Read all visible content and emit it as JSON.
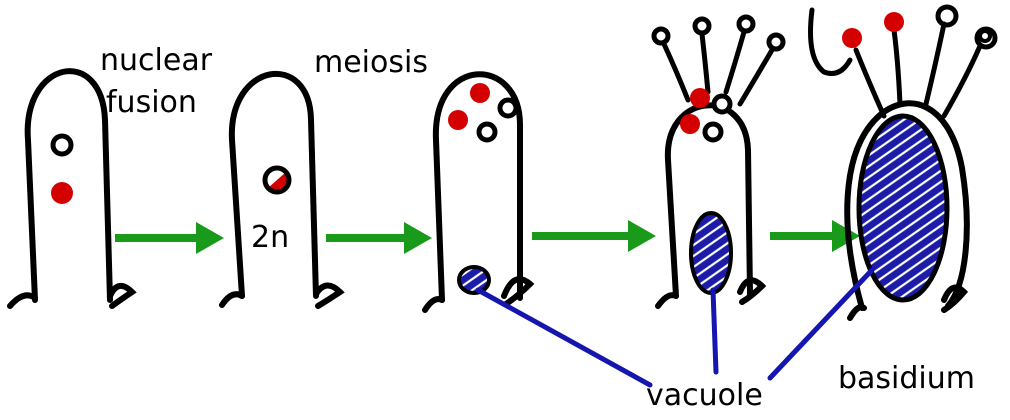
{
  "labels": {
    "nuclear": "nuclear",
    "fusion": "fusion",
    "meiosis": "meiosis",
    "two_n": "2n",
    "vacuole": "vacuole",
    "basidium": "basidium"
  },
  "colors": {
    "outline": "#000000",
    "nucleus_red": "#d40000",
    "arrow_green": "#1a9a1a",
    "vacuole_blue": "#1c1ca8",
    "pointer_blue": "#1515b0",
    "background": "#ffffff"
  },
  "stages": [
    {
      "name": "stage-1",
      "nuclei": "two separate nuclei (one open, one red)"
    },
    {
      "name": "stage-2",
      "nuclei": "one fused diploid nucleus"
    },
    {
      "name": "stage-3",
      "nuclei": "four nuclei after meiosis",
      "vacuole": "small"
    },
    {
      "name": "stage-4",
      "nuclei": "four nuclei, sterigmata forming",
      "vacuole": "medium"
    },
    {
      "name": "stage-5",
      "nuclei": "nuclei migrating into spores",
      "vacuole": "large"
    }
  ],
  "icons": [
    "right-arrow-icon"
  ]
}
